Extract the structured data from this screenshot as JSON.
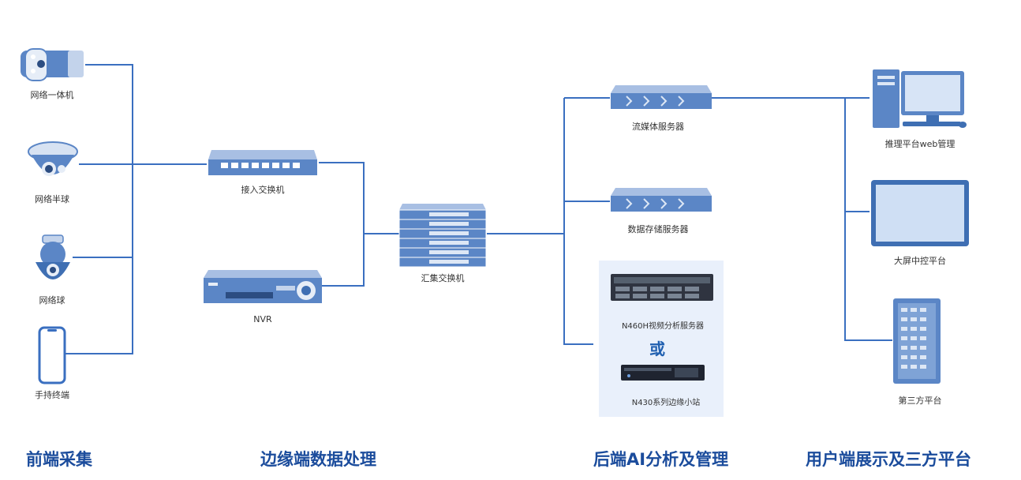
{
  "colors": {
    "line": "#3a6fc0",
    "section_title": "#1b4c9c",
    "ai_box": "#e9f0fb",
    "or_text": "#1f5fb0"
  },
  "front": {
    "devices": [
      {
        "label": "网络一体机",
        "icon": "bullet-camera-icon"
      },
      {
        "label": "网络半球",
        "icon": "dome-camera-icon"
      },
      {
        "label": "网络球",
        "icon": "ptz-camera-icon"
      },
      {
        "label": "手持终端",
        "icon": "handheld-terminal-icon"
      }
    ]
  },
  "edge": {
    "access_switch": "接入交换机",
    "nvr": "NVR",
    "aggregation_switch": "汇集交换机"
  },
  "backend": {
    "streaming_server": "流媒体服务器",
    "storage_server": "数据存储服务器",
    "ai_options": {
      "option1": "N460H视频分析服务器",
      "or": "或",
      "option2": "N430系列边缘小站"
    }
  },
  "user": {
    "inference_platform": "推理平台web管理",
    "big_screen": "大屏中控平台",
    "third_party": "第三方平台"
  },
  "sections": {
    "front": "前端采集",
    "edge": "边缘端数据处理",
    "backend": "后端AI分析及管理",
    "user": "用户端展示及三方平台"
  }
}
